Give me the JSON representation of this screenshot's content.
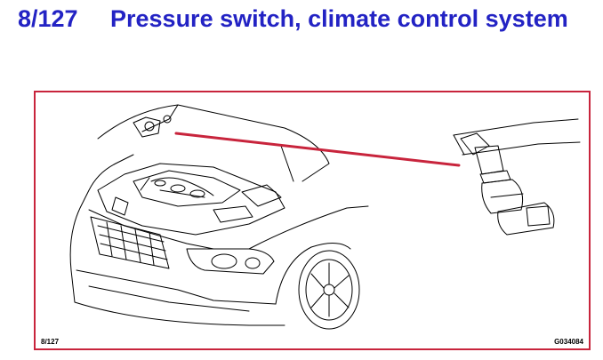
{
  "figure": {
    "number": "8/127",
    "title": "Pressure switch, climate control system"
  },
  "illustration": {
    "ref_left": "8/127",
    "ref_right": "G034084",
    "callout_color": "#c8243c",
    "heading_color": "#2323c4"
  }
}
